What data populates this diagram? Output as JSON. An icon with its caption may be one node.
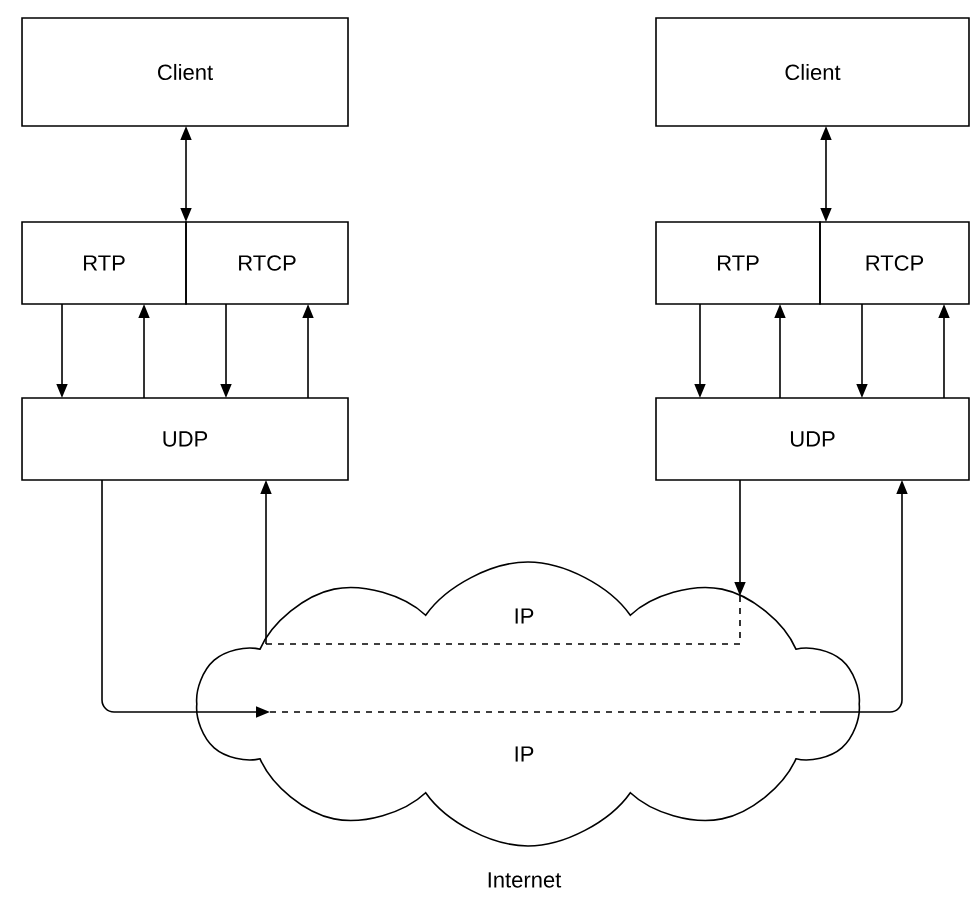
{
  "diagram": {
    "nodes": [
      {
        "text": [
          "Client"
        ]
      },
      {
        "text": [
          "RTP"
        ]
      },
      {
        "text": [
          "RTCP"
        ]
      },
      {
        "text": [
          "UDP"
        ]
      },
      {
        "text": [
          "Client"
        ]
      },
      {
        "text": [
          "RTP"
        ]
      },
      {
        "text": [
          "RTCP"
        ]
      },
      {
        "text": [
          "UDP"
        ]
      },
      {
        "text": [
          "IP",
          "IP"
        ]
      }
    ],
    "edges": [
      {
        "from": 0,
        "to": 1,
        "arrow": "both"
      },
      {
        "from": 1,
        "to": 3,
        "arrow": "to"
      },
      {
        "from": 3,
        "to": 1,
        "arrow": "to"
      },
      {
        "from": 2,
        "to": 3,
        "arrow": "to"
      },
      {
        "from": 3,
        "to": 2,
        "arrow": "to"
      },
      {
        "from": 4,
        "to": 5,
        "arrow": "both"
      },
      {
        "from": 5,
        "to": 7,
        "arrow": "to"
      },
      {
        "from": 7,
        "to": 5,
        "arrow": "to"
      },
      {
        "from": 6,
        "to": 7,
        "arrow": "to"
      },
      {
        "from": 7,
        "to": 6,
        "arrow": "to"
      },
      {
        "from": 3,
        "to": 8,
        "arrow": "to"
      },
      {
        "from": 8,
        "to": 7,
        "arrow": "to"
      },
      {
        "from": 7,
        "to": 8,
        "arrow": "to"
      },
      {
        "from": 8,
        "to": 3,
        "arrow": "to"
      }
    ],
    "labels": [
      "Internet"
    ]
  }
}
